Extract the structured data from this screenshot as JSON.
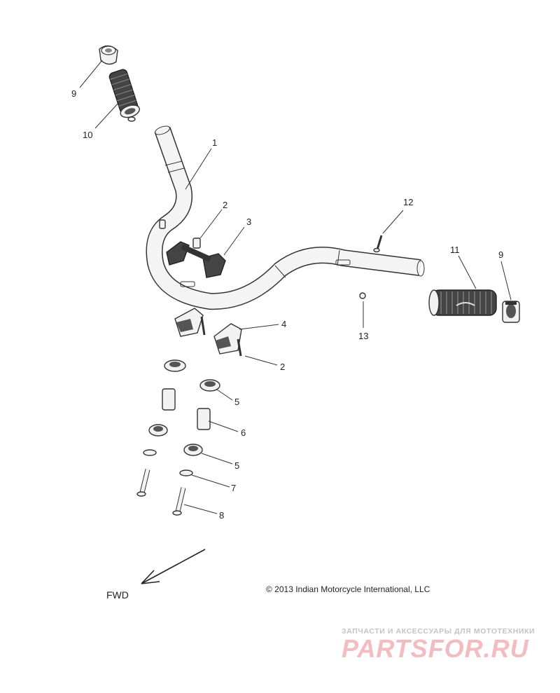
{
  "diagram": {
    "callouts": [
      {
        "id": "c9a",
        "label": "9"
      },
      {
        "id": "c10",
        "label": "10"
      },
      {
        "id": "c1",
        "label": "1"
      },
      {
        "id": "c2a",
        "label": "2"
      },
      {
        "id": "c3",
        "label": "3"
      },
      {
        "id": "c12",
        "label": "12"
      },
      {
        "id": "c11",
        "label": "11"
      },
      {
        "id": "c9b",
        "label": "9"
      },
      {
        "id": "c13",
        "label": "13"
      },
      {
        "id": "c4",
        "label": "4"
      },
      {
        "id": "c2b",
        "label": "2"
      },
      {
        "id": "c5a",
        "label": "5"
      },
      {
        "id": "c6",
        "label": "6"
      },
      {
        "id": "c5b",
        "label": "5"
      },
      {
        "id": "c7",
        "label": "7"
      },
      {
        "id": "c8",
        "label": "8"
      }
    ],
    "direction_label": "FWD",
    "copyright": "© 2013 Indian Motorcycle International, LLC"
  },
  "watermark": {
    "tagline": "ЗАПЧАСТИ И АКСЕССУАРЫ ДЛЯ МОТОТЕХНИКИ",
    "logo_text": "PARTSFOR.RU",
    "logo_color": "#e8868d"
  }
}
